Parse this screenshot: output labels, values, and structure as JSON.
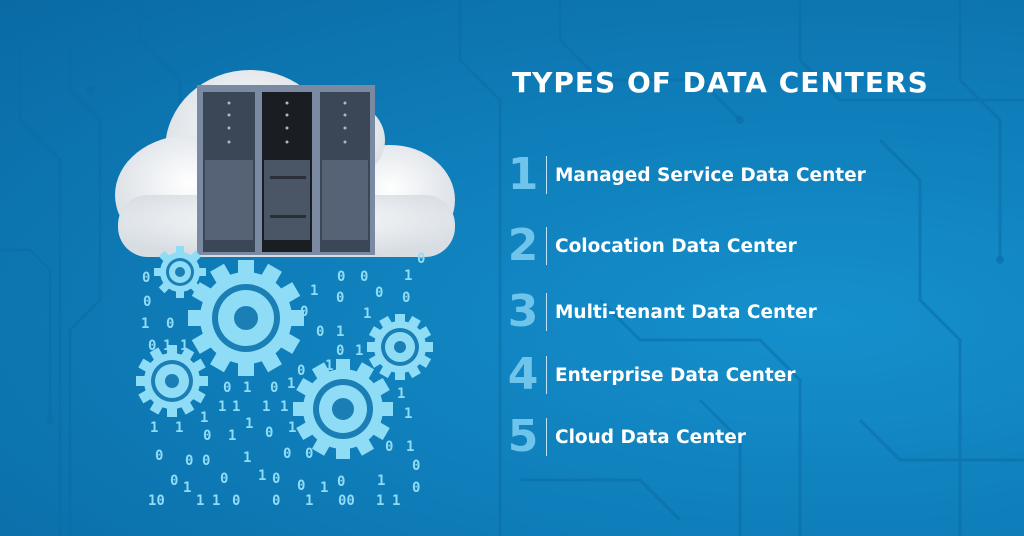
{
  "title": "TYPES OF DATA CENTERS",
  "items": [
    {
      "number": "1",
      "label": "Managed Service Data Center"
    },
    {
      "number": "2",
      "label": "Colocation Data Center"
    },
    {
      "number": "3",
      "label": "Multi-tenant Data Center"
    },
    {
      "number": "4",
      "label": "Enterprise Data Center"
    },
    {
      "number": "5",
      "label": "Cloud Data Center"
    }
  ],
  "illustration": {
    "icons": [
      "cloud-icon",
      "server-rack-icon",
      "gear-icon",
      "binary-digits"
    ]
  },
  "colors": {
    "background": "#0f7fbb",
    "number": "#6ec4ea",
    "text": "#ffffff",
    "gear": "#8fdcf7"
  }
}
